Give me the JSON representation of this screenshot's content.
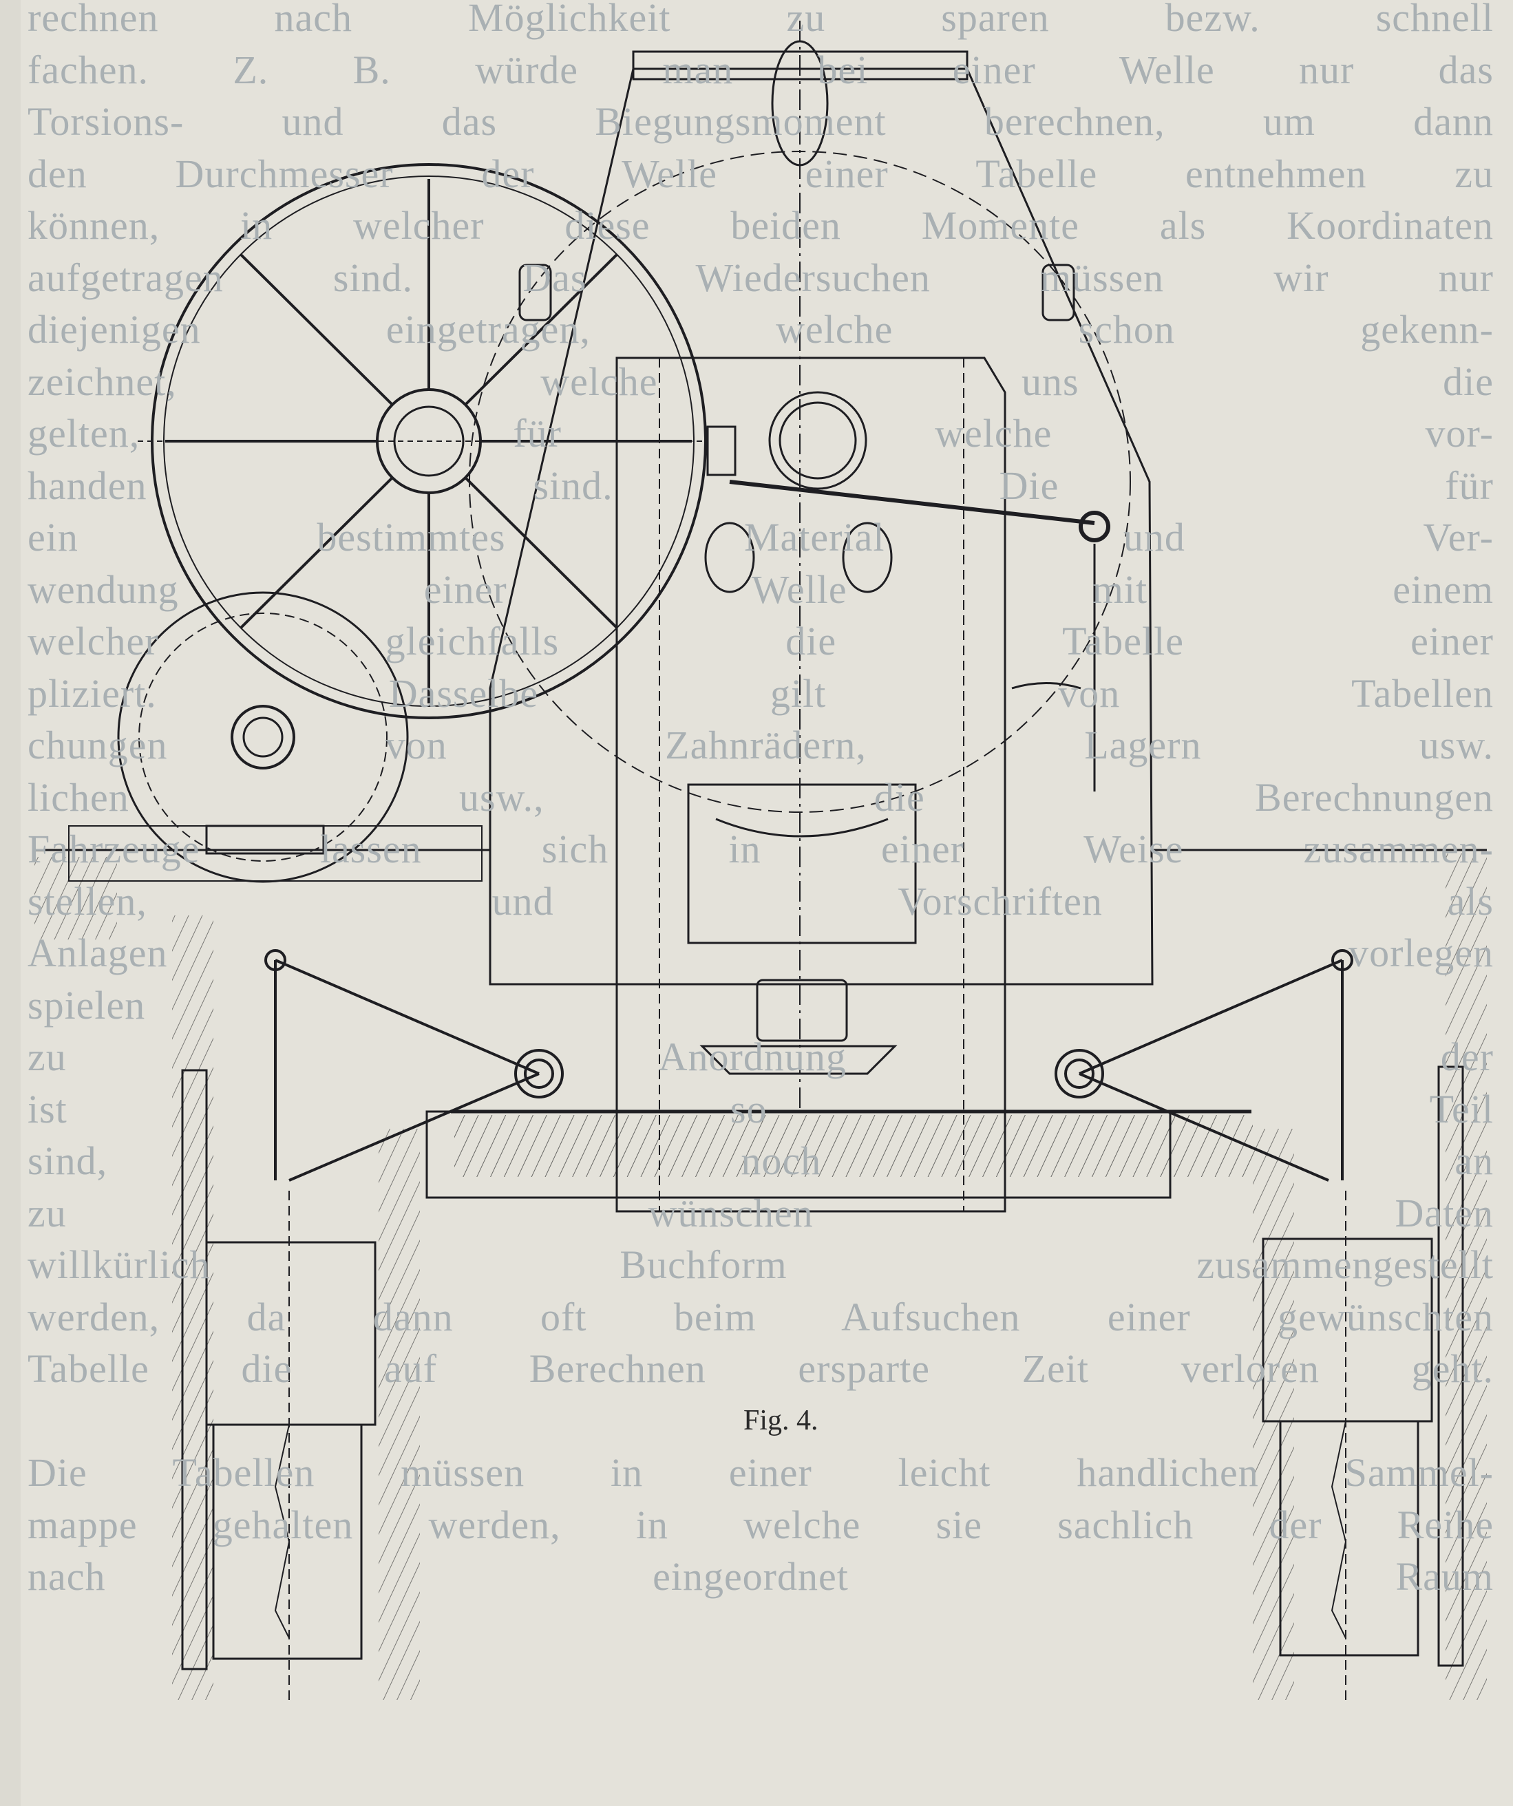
{
  "page": {
    "background_text_lines": [
      "rechnen nach Möglichkeit zu sparen bezw. schnell",
      "fachen. Z. B. würde man bei einer Welle nur das",
      "Torsions- und das Biegungsmoment berechnen, um dann",
      "den Durchmesser der Welle einer Tabelle entnehmen zu",
      "können, in welcher diese beiden Momente als Koordinaten",
      "aufgetragen sind. Das Wiedersuchen müssen wir nur",
      "diejenigen eingetragen, welche schon gekenn-",
      "zeichnet, welche uns die",
      "gelten, für welche vor-",
      "handen sind. Die für",
      "ein bestimmtes Material und Ver-",
      "wendung einer Welle mit einem",
      "welcher gleichfalls die Tabelle einer",
      "pliziert. Dasselbe gilt von Tabellen",
      "chungen von Zahnrädern, Lagern usw.",
      "lichen usw., die Berechnungen",
      "Fahrzeuge lassen sich in einer Weise zusammen-",
      "stellen, und Vorschriften als",
      "Anlagen vorlegen",
      "spielen ",
      "zu Anordnung der",
      "ist so Teil",
      "sind, noch an",
      "zu wünschen Daten",
      "willkürlich Buchform zusammengestellt",
      "werden, da dann oft beim Aufsuchen einer gewünschten",
      "Tabelle die auf Berechnen ersparte Zeit verloren geht.",
      "Die Tabellen müssen in einer leicht handlichen Sammel-",
      "mappe gehalten werden, in welche sie sachlich der Reihe",
      "nach eingeordnet Raum"
    ],
    "figure_caption": "Fig. 4."
  },
  "colors": {
    "paper": "#e4e2da",
    "ink": "#1e1e22",
    "show_through": "#a9b0b3"
  }
}
